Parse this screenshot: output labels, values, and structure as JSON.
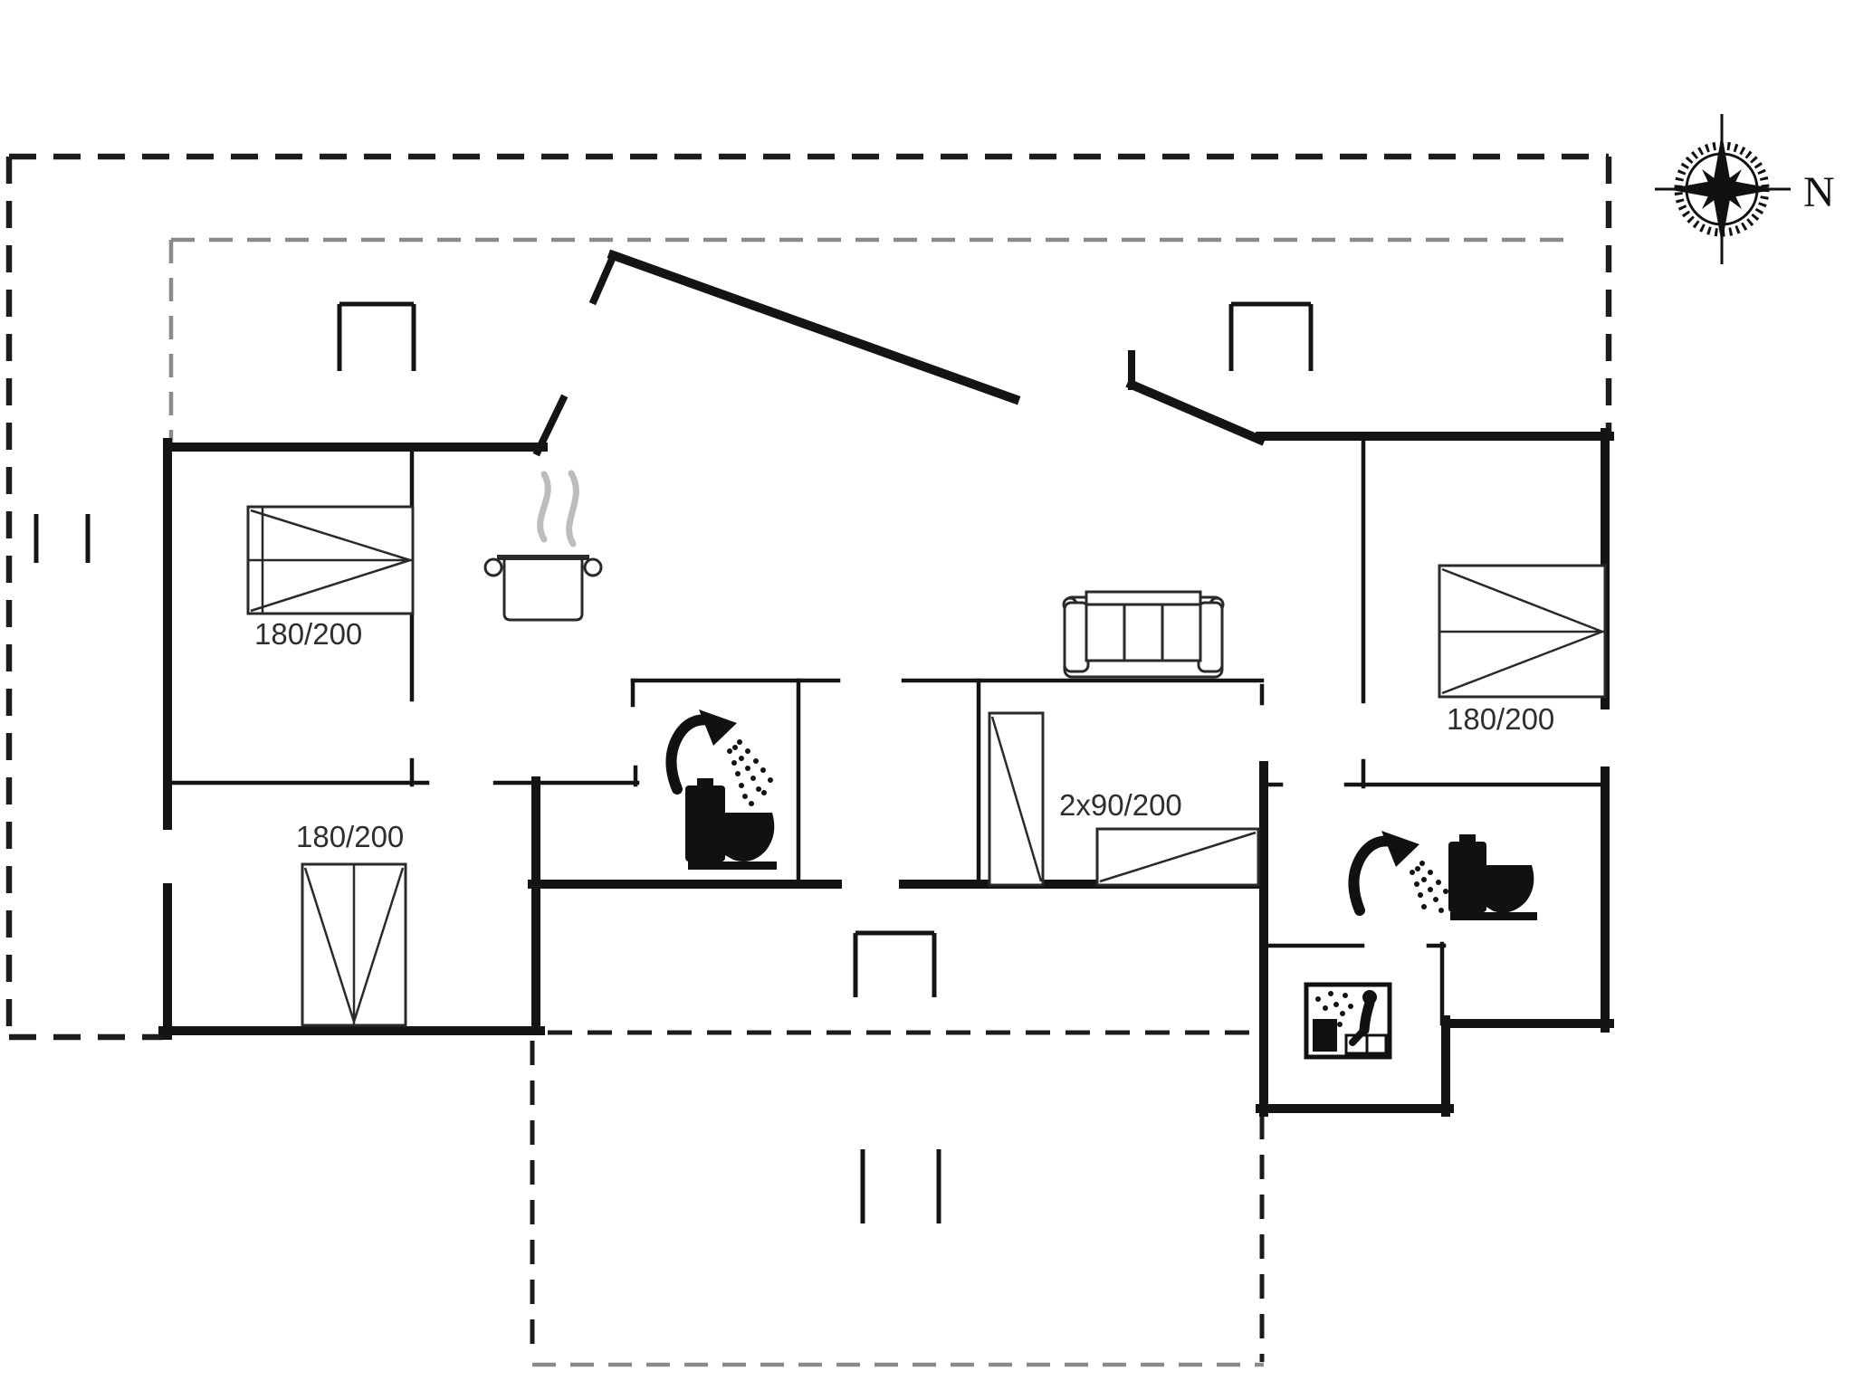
{
  "plan": {
    "type": "holiday-house-floor-plan",
    "compass": {
      "label": "N"
    },
    "beds": [
      {
        "room": "bedroom-top-left",
        "label": "180/200"
      },
      {
        "room": "bedroom-right",
        "label": "180/200"
      },
      {
        "room": "bedroom-bottom-left",
        "label": "180/200"
      },
      {
        "room": "bedroom-middle",
        "label": "2x90/200"
      }
    ],
    "icons": [
      "compass-rose-icon",
      "cooking-pot-icon",
      "steam-icon",
      "sofa-icon",
      "shower-icon",
      "toilet-icon",
      "sauna-icon",
      "double-bed-icon",
      "single-bed-icon",
      "wardrobe-niche-icon"
    ],
    "colors": {
      "wall": "#141414",
      "dash_outer": "#1c1c1c",
      "dash_overhang": "#8a8a8a",
      "steam": "#bcbcbc",
      "label": "#2e2e2e",
      "background": "#ffffff"
    }
  }
}
